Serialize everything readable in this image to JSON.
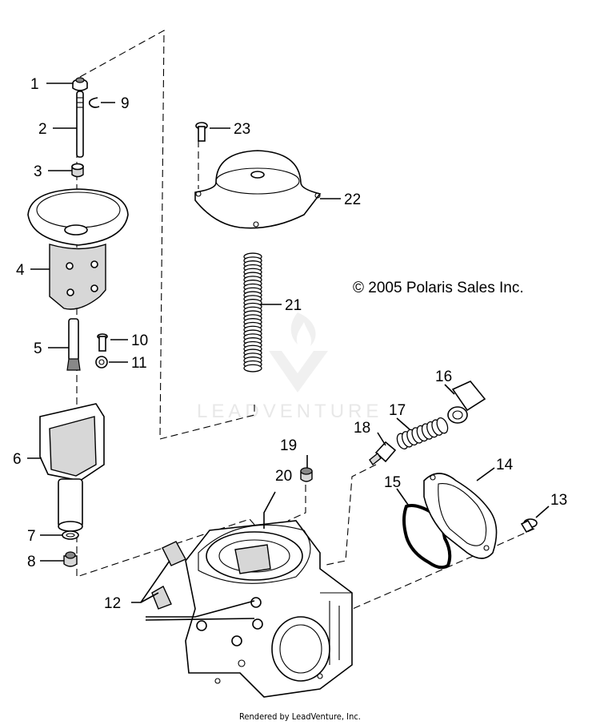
{
  "copyright": "© 2005 Polaris Sales Inc.",
  "watermark": "LEADVENTURE",
  "footer": "Rendered by LeadVenture, Inc.",
  "callouts": {
    "c1": "1",
    "c2": "2",
    "c3": "3",
    "c4": "4",
    "c5": "5",
    "c6": "6",
    "c7": "7",
    "c8": "8",
    "c9": "9",
    "c10": "10",
    "c11": "11",
    "c12": "12",
    "c13": "13",
    "c14": "14",
    "c15": "15",
    "c16": "16",
    "c17": "17",
    "c18": "18",
    "c19": "19",
    "c20": "20",
    "c21": "21",
    "c22": "22",
    "c23": "23"
  }
}
